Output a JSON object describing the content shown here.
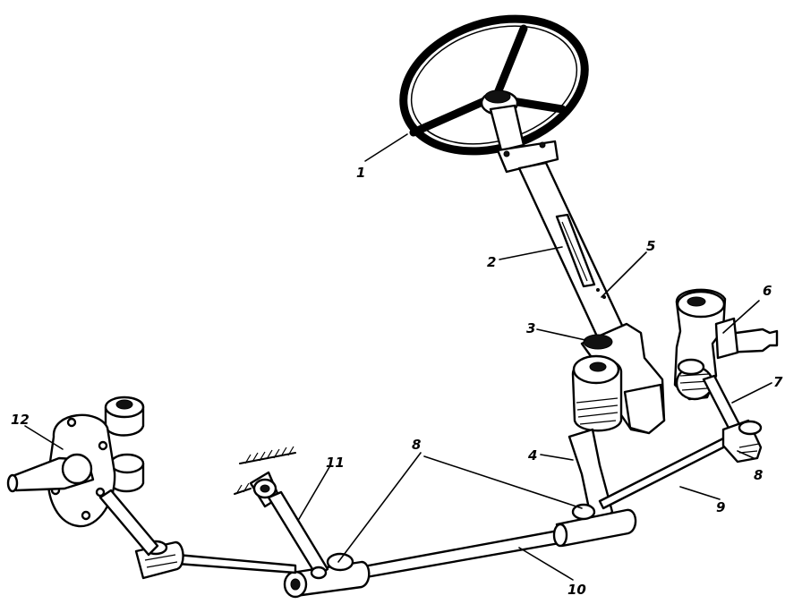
{
  "figure": {
    "callouts": [
      {
        "id": "1",
        "text": "1"
      },
      {
        "id": "2",
        "text": "2"
      },
      {
        "id": "3",
        "text": "3"
      },
      {
        "id": "4",
        "text": "4"
      },
      {
        "id": "5",
        "text": "5"
      },
      {
        "id": "6",
        "text": "6"
      },
      {
        "id": "7",
        "text": "7"
      },
      {
        "id": "8a",
        "text": "8"
      },
      {
        "id": "8b",
        "text": "8"
      },
      {
        "id": "9",
        "text": "9"
      },
      {
        "id": "10",
        "text": "10"
      },
      {
        "id": "11",
        "text": "11"
      },
      {
        "id": "12",
        "text": "12"
      }
    ]
  }
}
